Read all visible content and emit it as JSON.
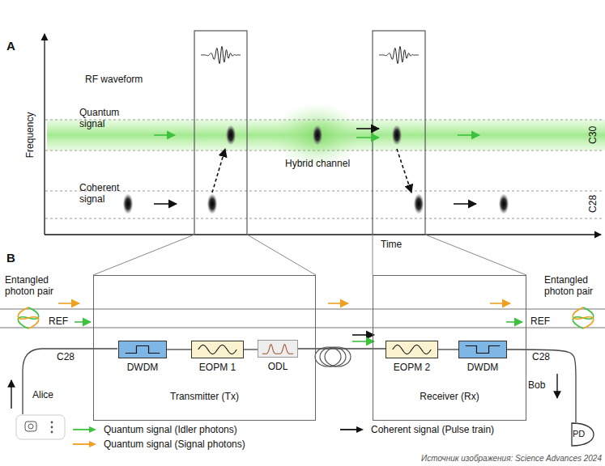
{
  "diagram": {
    "nodes": [
      {
        "text": [
          "Transmitter (Tx)"
        ]
      },
      {
        "text": [
          "DWDM"
        ],
        "in": 0
      },
      {
        "text": [
          "EOPM 1"
        ],
        "in": 0
      },
      {
        "text": [
          "ODL"
        ]
      },
      {
        "text": [
          "Receiver (Rx)"
        ]
      },
      {
        "text": [
          "EOPM 2"
        ],
        "in": 4
      },
      {
        "text": [
          "DWDM"
        ],
        "in": 4
      },
      {
        "text": [
          "PD"
        ]
      }
    ],
    "edges": [
      {
        "from": 1,
        "to": 2,
        "arrow": "none"
      },
      {
        "from": 2,
        "to": 3,
        "arrow": "none"
      },
      {
        "from": 3,
        "to": 5,
        "arrow": "none"
      },
      {
        "from": 5,
        "to": 6,
        "arrow": "none"
      },
      {
        "from": 6,
        "to": 7,
        "arrow": "none"
      }
    ],
    "labels": [
      "A",
      "RF waveform",
      "Quantum signal",
      "Coherent signal",
      "Hybrid channel",
      "C30",
      "C28",
      "Frequency",
      "Time",
      "B",
      "Entangled photon pair",
      "REF",
      "C28",
      "Alice",
      "Entangled photon pair",
      "REF",
      "C28",
      "Bob",
      "Источник изображения: Science Advances 2024"
    ],
    "legend": [
      {
        "text": "Quantum signal (Idler photons)"
      },
      {
        "text": "Quantum signal (Signal photons)"
      },
      {
        "text": "Coherent signal (Pulse train)"
      }
    ]
  }
}
